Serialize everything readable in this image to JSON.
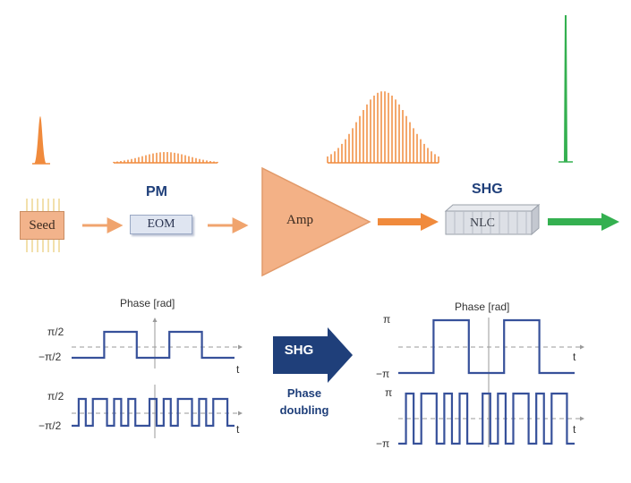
{
  "top": {
    "seed_label": "Seed",
    "pm_label": "PM",
    "eom_label": "EOM",
    "amp_label": "Amp",
    "shg_label": "SHG",
    "nlc_label": "NLC"
  },
  "center": {
    "arrow_label": "SHG",
    "note_line1": "Phase",
    "note_line2": "doubling"
  },
  "plots": {
    "left": {
      "title": "Phase [rad]",
      "y_upper": "π/2",
      "y_lower": "−π/2",
      "x_label": "t",
      "pattern_upper": [
        0,
        0,
        0,
        1,
        1,
        1,
        0,
        0,
        0,
        1,
        1,
        1,
        0,
        0,
        0
      ],
      "pattern_lower": [
        0,
        1,
        0,
        1,
        1,
        0,
        1,
        0,
        1,
        0,
        0,
        1,
        0,
        1,
        0,
        1,
        1,
        0,
        1,
        0,
        1,
        1,
        0
      ]
    },
    "right": {
      "title": "Phase [rad]",
      "y_upper": "π",
      "y_lower": "−π",
      "x_label": "t",
      "pattern_upper": [
        0,
        0,
        0,
        1,
        1,
        1,
        0,
        0,
        0,
        1,
        1,
        1,
        0,
        0,
        0
      ],
      "pattern_lower": [
        0,
        1,
        0,
        1,
        1,
        0,
        1,
        0,
        1,
        0,
        0,
        1,
        0,
        1,
        0,
        1,
        1,
        0,
        1,
        0,
        1,
        1,
        0
      ]
    }
  },
  "colors": {
    "orange": "#f0a46e",
    "spectrum_orange": "#f08a3c",
    "green": "#34b050",
    "navy": "#1f3f7a",
    "waveform": "#37519a"
  }
}
